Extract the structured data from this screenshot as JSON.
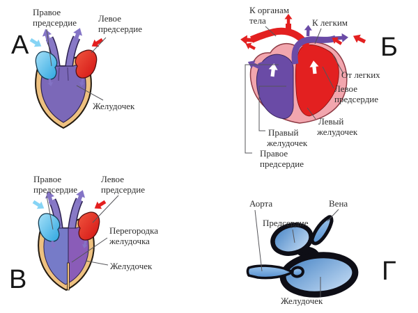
{
  "figure": {
    "description_language": "ru"
  },
  "colors": {
    "oxygen_rich_red": "#e32020",
    "oxygen_poor_blue": "#49b9e9",
    "mixed_blood_purple": "#7b68b8",
    "myocardium_tan": "#eec180",
    "heart_pink": "#f2a6ae",
    "chamber_purple": "#6a4ba6",
    "fish_heart_blue": "#5e98d6",
    "outline_dark": "#1c1826"
  },
  "panels": {
    "a": {
      "letter": "А",
      "labels": {
        "right_atrium": [
          "Правое",
          "предсердие"
        ],
        "left_atrium": [
          "Левое",
          "предсердие"
        ],
        "ventricle": [
          "Желудочек"
        ]
      }
    },
    "b": {
      "letter": "Б",
      "labels": {
        "to_body": [
          "К органам",
          "тела"
        ],
        "to_lungs": [
          "К легким"
        ],
        "from_lungs": [
          "От легких"
        ],
        "left_atrium": [
          "Левое",
          "предсердие"
        ],
        "left_ventricle": [
          "Левый",
          "желудочек"
        ],
        "right_ventricle": [
          "Правый",
          "желудочек"
        ],
        "right_atrium": [
          "Правое",
          "предсердие"
        ]
      }
    },
    "v": {
      "letter": "В",
      "labels": {
        "right_atrium": [
          "Правое",
          "предсердие"
        ],
        "left_atrium": [
          "Левое",
          "предсердие"
        ],
        "septum": [
          "Перегородка",
          "желудочка"
        ],
        "ventricle": [
          "Желудочек"
        ]
      }
    },
    "g": {
      "letter": "Г",
      "labels": {
        "aorta": [
          "Аорта"
        ],
        "vein": [
          "Вена"
        ],
        "atrium": [
          "Предсердие"
        ],
        "ventricle": [
          "Желудочек"
        ]
      }
    }
  }
}
